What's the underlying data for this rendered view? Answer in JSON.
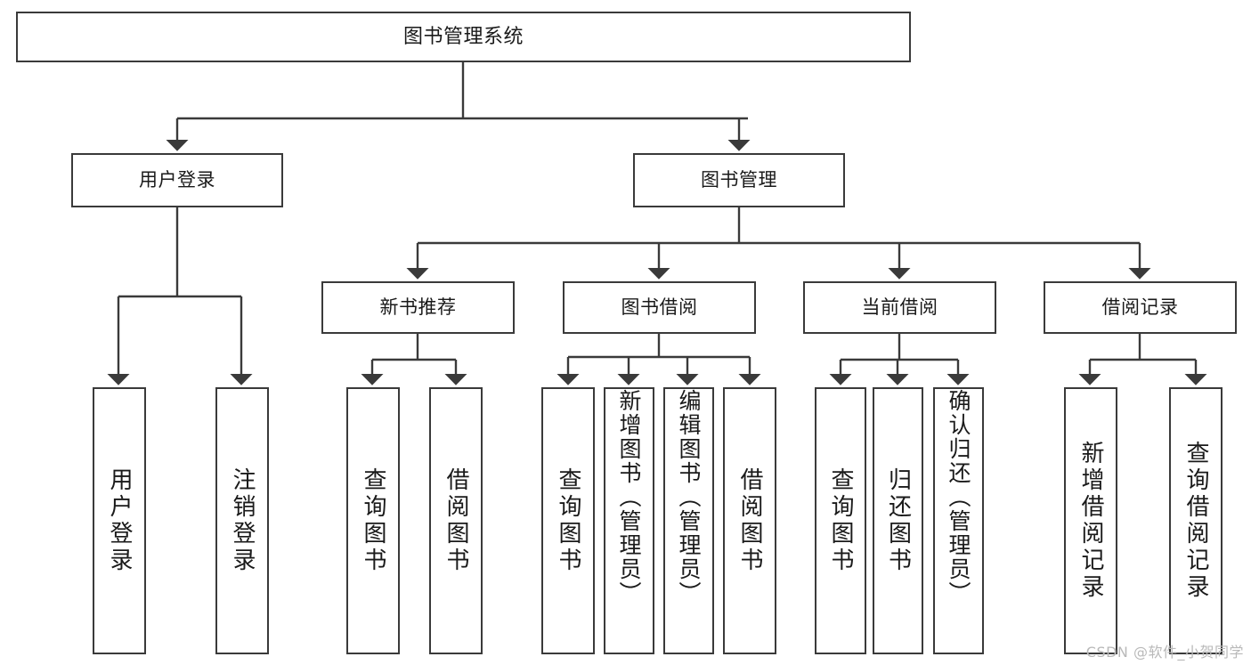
{
  "diagram": {
    "type": "tree-hierarchy-chart",
    "title": "图书管理系统",
    "watermark": "CSDN @软件_小贺同学",
    "colors": {
      "stroke": "#3a3a3a",
      "fill": "#ffffff",
      "text": "#1a1a1a",
      "watermark": "#b9b9b9"
    },
    "nodes": {
      "root": {
        "label": "图书管理系统",
        "level": 1
      },
      "user_login": {
        "label": "用户登录",
        "level": 2
      },
      "book_mgmt": {
        "label": "图书管理",
        "level": 2
      },
      "new_book_rec": {
        "label": "新书推荐",
        "level": 3
      },
      "book_borrow": {
        "label": "图书借阅",
        "level": 3
      },
      "current_borrow": {
        "label": "当前借阅",
        "level": 3
      },
      "borrow_record": {
        "label": "借阅记录",
        "level": 3
      },
      "leaf_user_login": {
        "label": "用户登录",
        "level": 4
      },
      "leaf_logout": {
        "label": "注销登录",
        "level": 4
      },
      "leaf_query_book_1": {
        "label": "查询图书",
        "level": 4
      },
      "leaf_borrow_book_1": {
        "label": "借阅图书",
        "level": 4
      },
      "leaf_query_book_2": {
        "label": "查询图书",
        "level": 4
      },
      "leaf_add_book": {
        "label": "新增图书（管理员）",
        "level": 4
      },
      "leaf_edit_book": {
        "label": "编辑图书（管理员）",
        "level": 4
      },
      "leaf_borrow_book_2": {
        "label": "借阅图书",
        "level": 4
      },
      "leaf_query_book_3": {
        "label": "查询图书",
        "level": 4
      },
      "leaf_return_book": {
        "label": "归还图书",
        "level": 4
      },
      "leaf_confirm_return": {
        "label": "确认归还（管理员）",
        "level": 4
      },
      "leaf_add_record": {
        "label": "新增借阅记录",
        "level": 4
      },
      "leaf_query_record": {
        "label": "查询借阅记录",
        "level": 4
      }
    },
    "edges": [
      {
        "from": "root",
        "to": "user_login"
      },
      {
        "from": "root",
        "to": "book_mgmt"
      },
      {
        "from": "user_login",
        "to": "leaf_user_login"
      },
      {
        "from": "user_login",
        "to": "leaf_logout"
      },
      {
        "from": "book_mgmt",
        "to": "new_book_rec"
      },
      {
        "from": "book_mgmt",
        "to": "book_borrow"
      },
      {
        "from": "book_mgmt",
        "to": "current_borrow"
      },
      {
        "from": "book_mgmt",
        "to": "borrow_record"
      },
      {
        "from": "new_book_rec",
        "to": "leaf_query_book_1"
      },
      {
        "from": "new_book_rec",
        "to": "leaf_borrow_book_1"
      },
      {
        "from": "book_borrow",
        "to": "leaf_query_book_2"
      },
      {
        "from": "book_borrow",
        "to": "leaf_add_book"
      },
      {
        "from": "book_borrow",
        "to": "leaf_edit_book"
      },
      {
        "from": "book_borrow",
        "to": "leaf_borrow_book_2"
      },
      {
        "from": "current_borrow",
        "to": "leaf_query_book_3"
      },
      {
        "from": "current_borrow",
        "to": "leaf_return_book"
      },
      {
        "from": "current_borrow",
        "to": "leaf_confirm_return"
      },
      {
        "from": "borrow_record",
        "to": "leaf_add_record"
      },
      {
        "from": "borrow_record",
        "to": "leaf_query_record"
      }
    ]
  }
}
